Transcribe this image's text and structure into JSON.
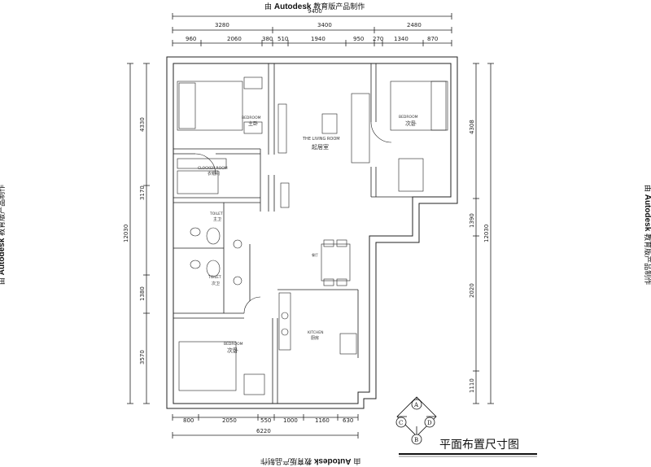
{
  "watermark": {
    "brand": "Autodesk",
    "prefix": "由 ",
    "suffix": " 教育版产品制作"
  },
  "title": "平面布置尺寸图",
  "compass": [
    "A",
    "B",
    "C",
    "D"
  ],
  "dims": {
    "top_total": "9400",
    "top_mid": [
      "3280",
      "3400",
      "2480"
    ],
    "top_detail": [
      "960",
      "2060",
      "380",
      "510",
      "1940",
      "950",
      "270",
      "1340",
      "870"
    ],
    "bottom_detail": [
      "800",
      "2050",
      "550",
      "1000",
      "1160",
      "630"
    ],
    "bottom_total": "6220",
    "left_total": "12030",
    "left_parts": [
      "4330",
      "3170",
      "1380",
      "3570"
    ],
    "right_total": "12030",
    "right_parts": [
      "4308",
      "1390",
      "2020",
      "1110"
    ]
  },
  "rooms": {
    "living_en": "THE LIVING ROOM",
    "living_cn": "起居室",
    "bedroom_main_en": "BEDROOM",
    "bedroom_main_cn": "主卧",
    "bedroom_right_en": "BEDROOM",
    "bedroom_right_cn": "次卧",
    "cloak_en": "CLOCKER ROOM",
    "cloak_cn": "衣帽间",
    "toilet1_en": "TOILET",
    "toilet1_cn": "主卫",
    "toilet2_en": "TOILET",
    "toilet2_cn": "次卫",
    "bedroom_low_en": "BEDROOM",
    "bedroom_low_cn": "次卧",
    "kitchen_en": "KITCHEN",
    "kitchen_cn": "厨房",
    "dining_cn": "餐厅"
  }
}
